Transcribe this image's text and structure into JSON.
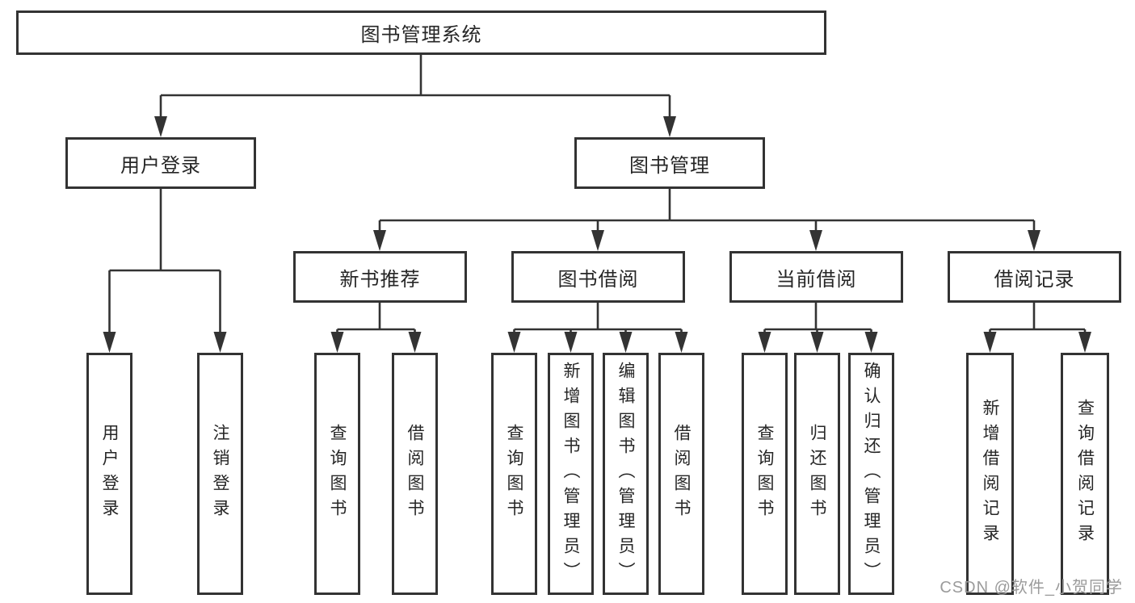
{
  "nodes": {
    "root": {
      "label": "图书管理系统"
    },
    "user_login": {
      "label": "用户登录"
    },
    "book_mgmt": {
      "label": "图书管理"
    },
    "new_book_rec": {
      "label": "新书推荐"
    },
    "book_borrow": {
      "label": "图书借阅"
    },
    "current_borrow": {
      "label": "当前借阅"
    },
    "borrow_record": {
      "label": "借阅记录"
    },
    "login_leaf": {
      "label": "用户登录"
    },
    "logout_leaf": {
      "label": "注销登录"
    },
    "rec_query_books": {
      "label": "查询图书"
    },
    "rec_borrow_books": {
      "label": "借阅图书"
    },
    "bb_query_books": {
      "label": "查询图书"
    },
    "bb_add_books": {
      "label": "新增图书（管理员）"
    },
    "bb_edit_books": {
      "label": "编辑图书（管理员）"
    },
    "bb_borrow_books": {
      "label": "借阅图书"
    },
    "cb_query_books": {
      "label": "查询图书"
    },
    "cb_return_books": {
      "label": "归还图书"
    },
    "cb_confirm_return": {
      "label": "确认归还（管理员）"
    },
    "br_add_record": {
      "label": "新增借阅记录"
    },
    "br_query_record": {
      "label": "查询借阅记录"
    }
  },
  "hierarchy": {
    "root": [
      "user_login",
      "book_mgmt"
    ],
    "user_login": [
      "login_leaf",
      "logout_leaf"
    ],
    "book_mgmt": [
      "new_book_rec",
      "book_borrow",
      "current_borrow",
      "borrow_record"
    ],
    "new_book_rec": [
      "rec_query_books",
      "rec_borrow_books"
    ],
    "book_borrow": [
      "bb_query_books",
      "bb_add_books",
      "bb_edit_books",
      "bb_borrow_books"
    ],
    "current_borrow": [
      "cb_query_books",
      "cb_return_books",
      "cb_confirm_return"
    ],
    "borrow_record": [
      "br_add_record",
      "br_query_record"
    ]
  },
  "watermark": "CSDN @软件_小贺同学",
  "colors": {
    "line": "#333333",
    "box_border": "#333333",
    "text": "#262626",
    "watermark": "#9b9b9b",
    "background": "#ffffff"
  }
}
